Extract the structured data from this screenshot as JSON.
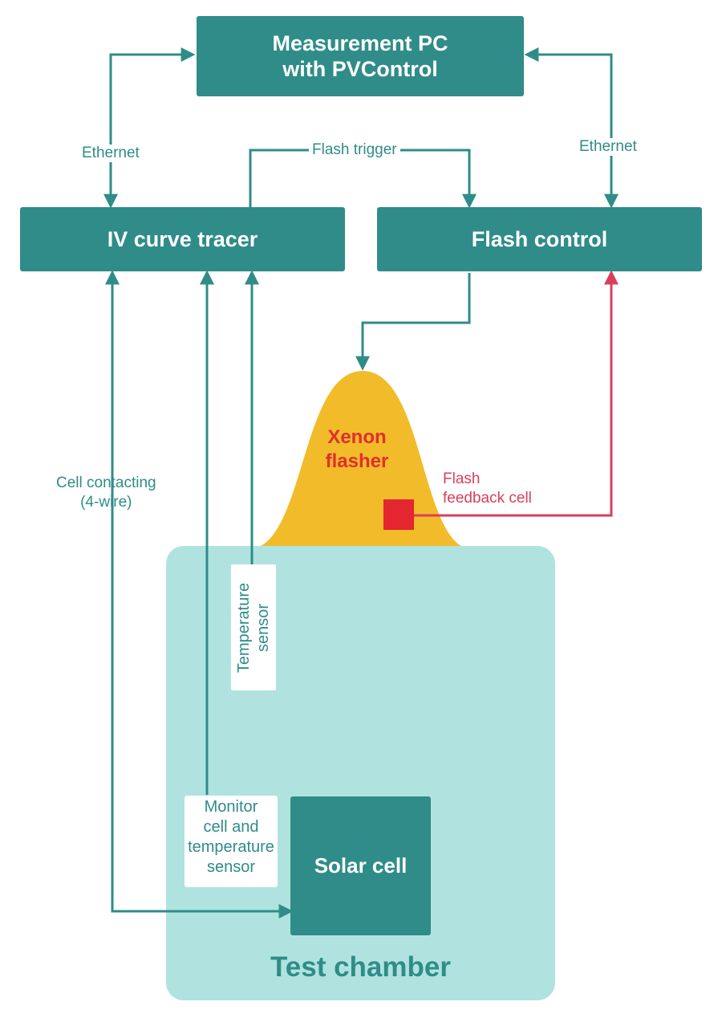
{
  "colors": {
    "teal": "#2f8c89",
    "chamber_fill": "#b0e3df",
    "flasher_fill": "#f2bb2a",
    "flasher_text": "#e02f2f",
    "feedback": "#d8405a",
    "feedback_cell": "#e3262f"
  },
  "nodes": {
    "measurement_pc": {
      "line1": "Measurement PC",
      "line2": "with PVControl"
    },
    "iv_curve_tracer": "IV curve tracer",
    "flash_control": "Flash control",
    "xenon_flasher": {
      "line1": "Xenon",
      "line2": "flasher"
    },
    "solar_cell": "Solar cell",
    "test_chamber": "Test chamber"
  },
  "edge_labels": {
    "ethernet_left": "Ethernet",
    "ethernet_right": "Ethernet",
    "flash_trigger": "Flash trigger",
    "cell_contacting": {
      "line1": "Cell contacting",
      "line2": "(4-wire)"
    },
    "flash_feedback": {
      "line1": "Flash",
      "line2": "feedback cell"
    }
  },
  "sensors": {
    "temperature_sensor": {
      "line1": "Temperature",
      "line2": "sensor"
    },
    "monitor_cell": {
      "line1": "Monitor",
      "line2": "cell and",
      "line3": "temperature",
      "line4": "sensor"
    }
  }
}
